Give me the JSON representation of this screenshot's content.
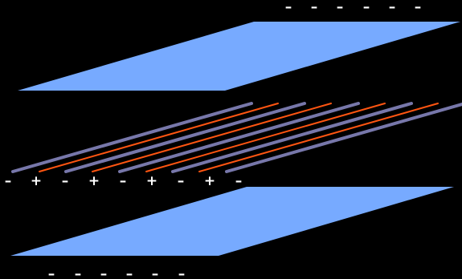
{
  "colors": {
    "background": "#000000",
    "plate": "#77aaff",
    "wire_gray": "#7777aa",
    "wire_orange": "#ff5511",
    "sign": "#ffffff"
  },
  "top_plate": {
    "charges": [
      "–",
      "–",
      "–",
      "–",
      "–",
      "–"
    ]
  },
  "wires": {
    "order": [
      "gray",
      "orange",
      "gray",
      "orange",
      "gray",
      "orange",
      "gray",
      "orange",
      "gray"
    ]
  },
  "wire_charges": {
    "labels": [
      "–",
      "+",
      "–",
      "+",
      "–",
      "+",
      "–",
      "+",
      "–"
    ]
  },
  "bottom_plate": {
    "charges": [
      "–",
      "–",
      "–",
      "–",
      "–",
      "–"
    ]
  }
}
